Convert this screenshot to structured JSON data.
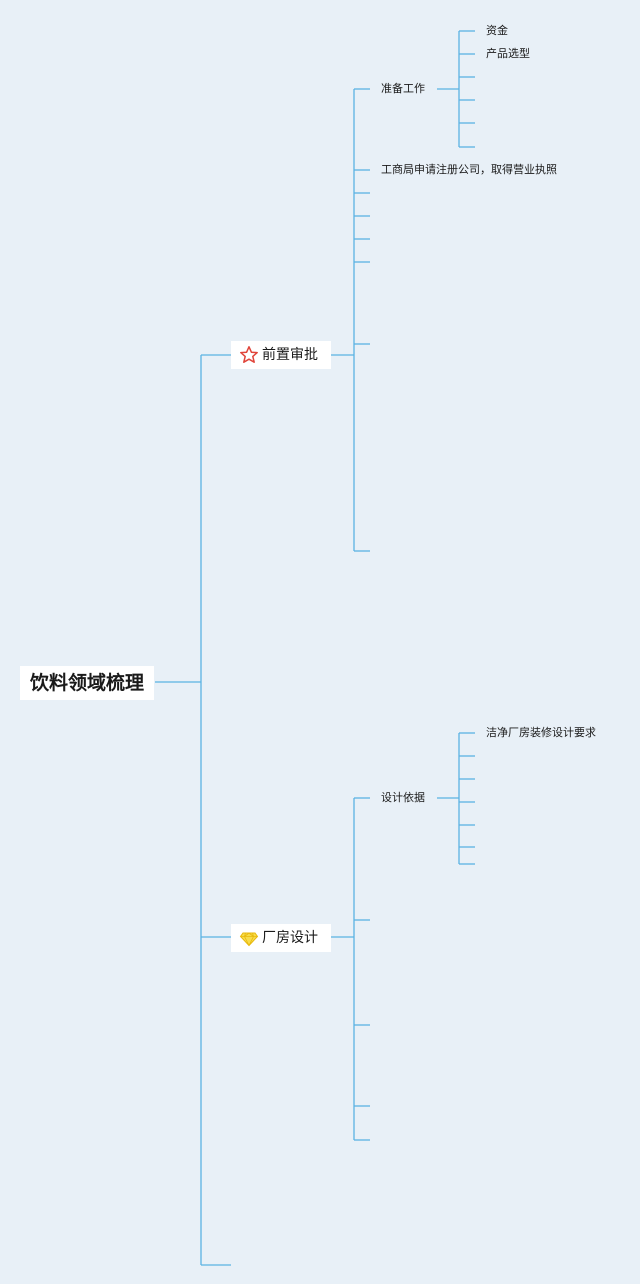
{
  "diagram": {
    "root": {
      "label": "饮料领域梳理"
    },
    "branches": [
      {
        "label": "前置审批",
        "icon": "star-icon",
        "icon_color": "#e0443a",
        "children": [
          {
            "label": "准备工作",
            "children": [
              "资金",
              "产品选型",
              "",
              "",
              "",
              ""
            ]
          },
          {
            "label": "工商局申请注册公司，取得营业执照"
          },
          {
            "label": ""
          },
          {
            "label": ""
          },
          {
            "label": ""
          },
          {
            "label": ""
          },
          {
            "label": ""
          },
          {
            "label": ""
          }
        ]
      },
      {
        "label": "厂房设计",
        "icon": "diamond-icon",
        "icon_color": "#f2c81f",
        "children": [
          {
            "label": "设计依据",
            "children": [
              "洁净厂房装修设计要求",
              "",
              "",
              "",
              "",
              "",
              ""
            ]
          },
          {
            "label": ""
          },
          {
            "label": ""
          },
          {
            "label": ""
          },
          {
            "label": ""
          }
        ]
      },
      {
        "label": ""
      }
    ],
    "line_color": "#5ab3e3",
    "background": "#e8f0f7"
  }
}
